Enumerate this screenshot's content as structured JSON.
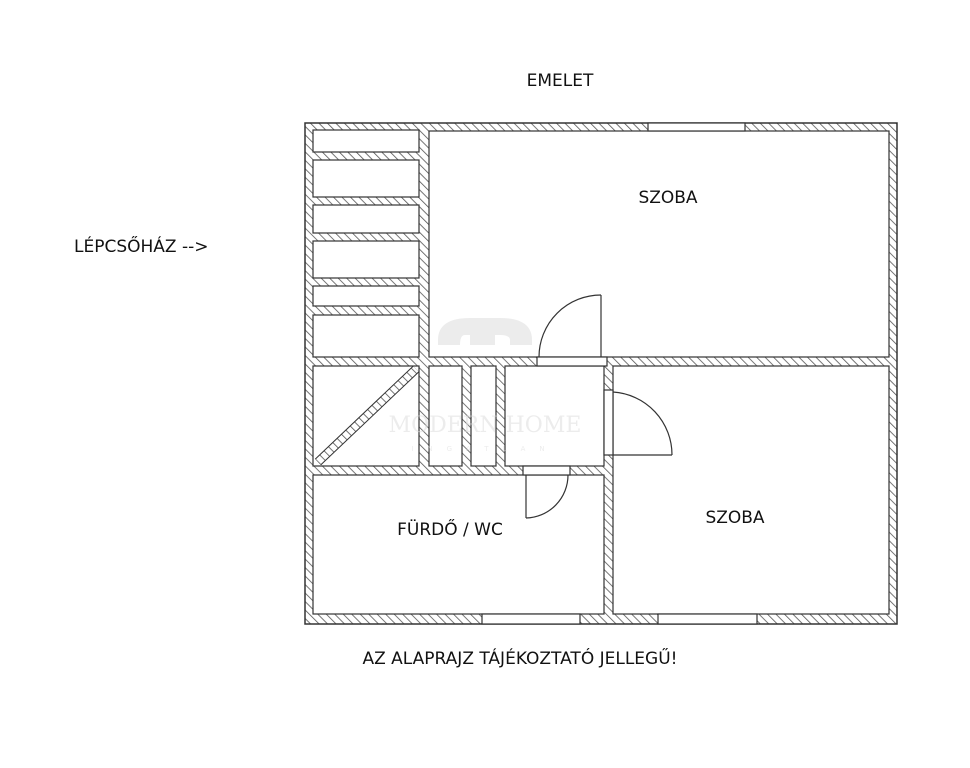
{
  "title": "EMELET",
  "labels": {
    "stairwell": "LÉPCSŐHÁZ -->",
    "room_top": "SZOBA",
    "room_right": "SZOBA",
    "bathroom": "FÜRDŐ / WC"
  },
  "footer": "AZ ALAPRAJZ TÁJÉKOZTATÓ JELLEGŰ!",
  "watermark": {
    "brand": "MODERN HOME",
    "sub": "INGATLAN"
  },
  "colors": {
    "wall": "#333333",
    "watermark": "#e6e6e6"
  }
}
